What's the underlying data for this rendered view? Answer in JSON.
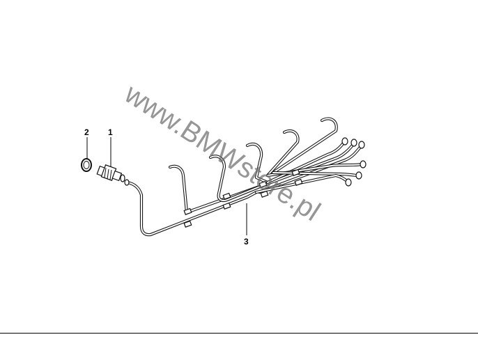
{
  "diagram": {
    "callouts": [
      {
        "id": "2",
        "label": "2"
      },
      {
        "id": "1",
        "label": "1"
      },
      {
        "id": "3",
        "label": "3"
      }
    ],
    "watermark": {
      "text": "www.BMWstore.pl"
    }
  }
}
